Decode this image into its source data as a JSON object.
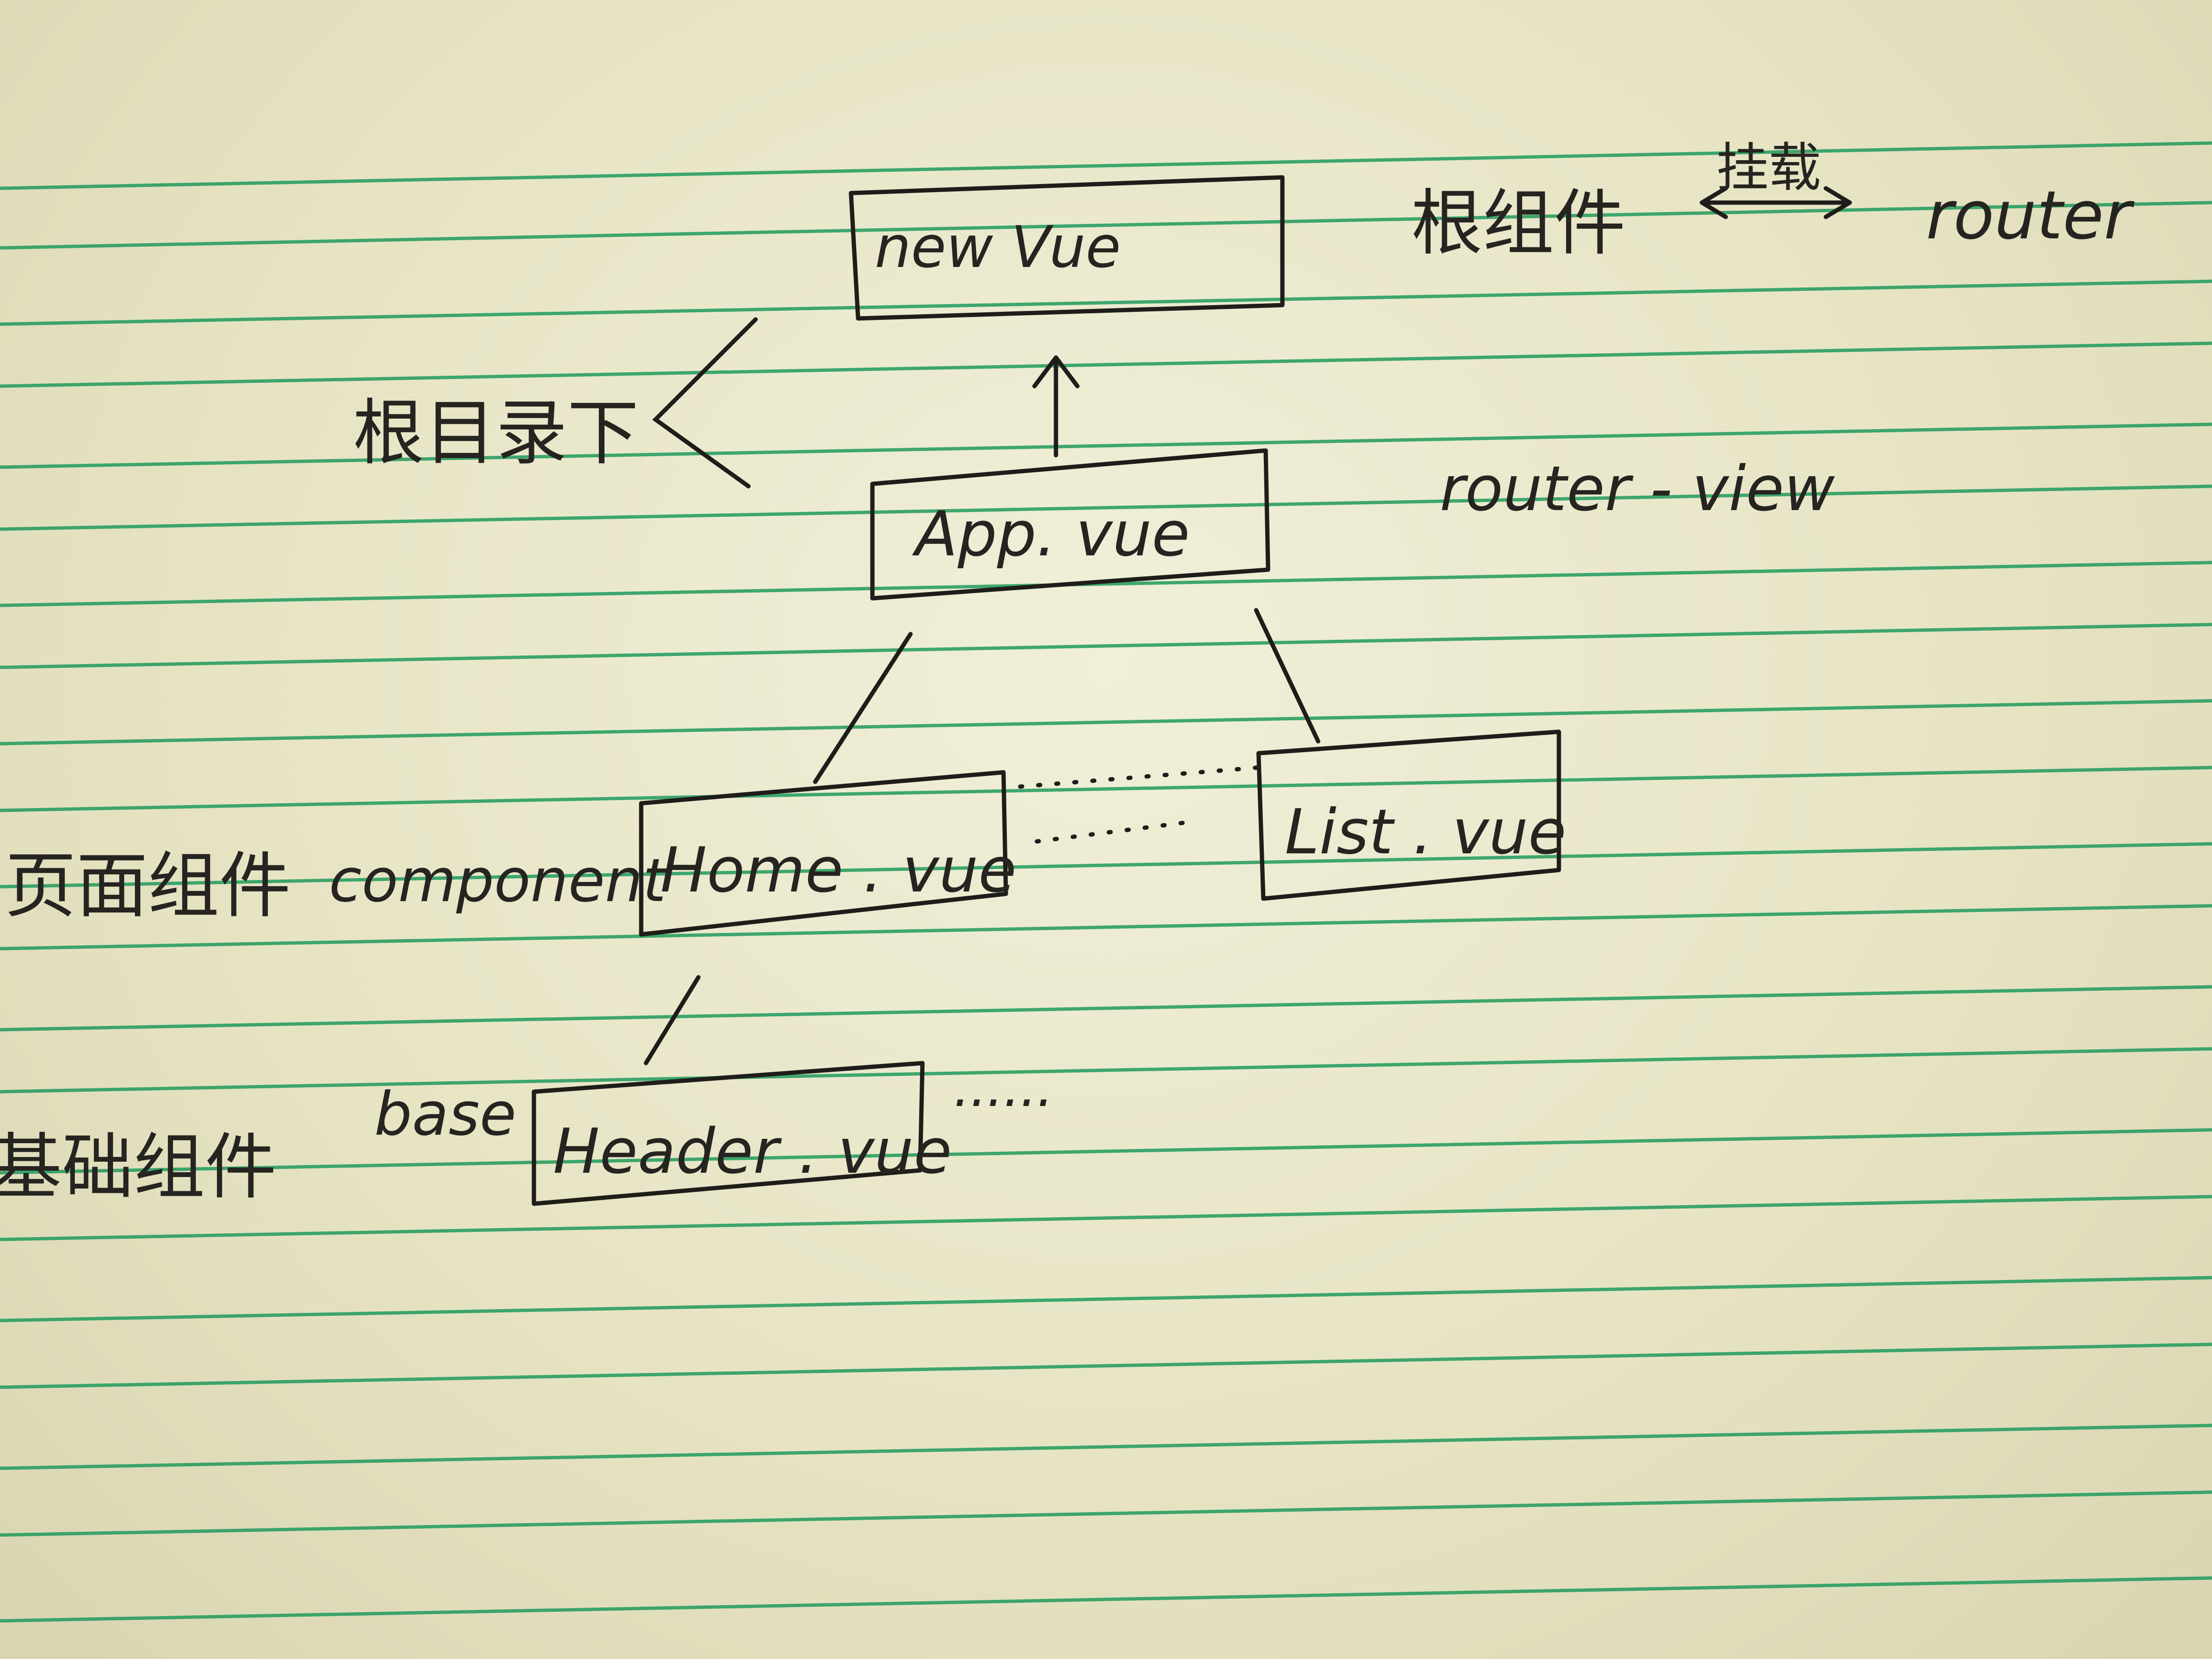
{
  "nodes": {
    "new_vue": "new   Vue",
    "app_vue": "App. vue",
    "home_vue": "Home . vue",
    "list_vue": "List . vue",
    "header_vue": "Header . vue"
  },
  "labels": {
    "root_component": "根组件",
    "binding": "挂载",
    "router": "router",
    "root_dir": "根目录下",
    "router_view": "router - view",
    "page_component": "页面组件",
    "component": "component",
    "base_component": "基础组件",
    "base": "base",
    "ellipsis": "......"
  },
  "colors": {
    "paper": "#e9e6c9",
    "ruling": "#1f9a5c",
    "ink": "#1f1d1a"
  }
}
